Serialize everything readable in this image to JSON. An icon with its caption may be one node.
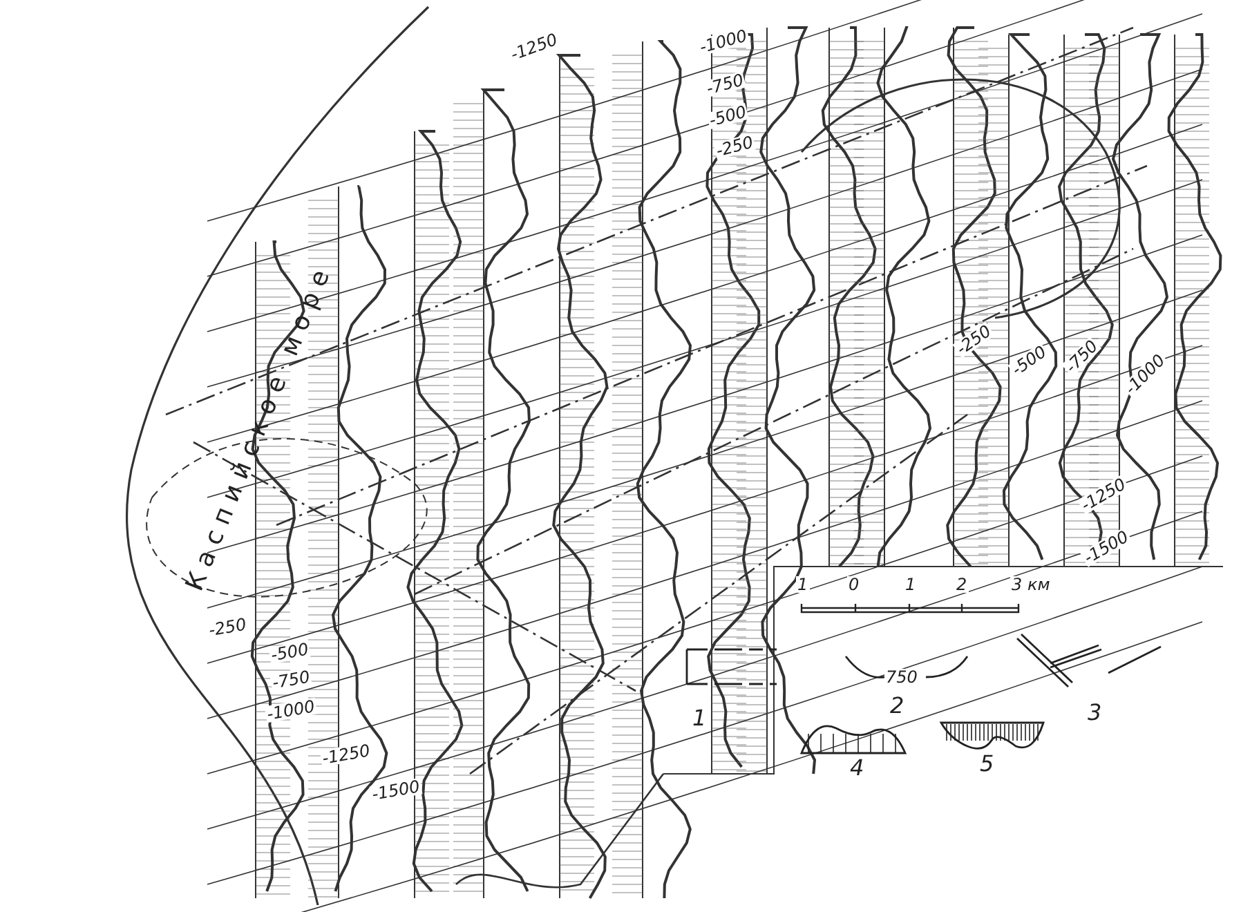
{
  "diagram": {
    "labels": [
      "-1250",
      "-1000",
      "-750",
      "-500",
      "-250",
      "Каспийское море",
      "-250",
      "-500",
      "-750",
      "-1000",
      "-1250",
      "-1500",
      "1",
      "0",
      "1",
      "2",
      "3 км",
      "-250",
      "-500",
      "-750",
      "-1000",
      "-1250",
      "-1500",
      "750"
    ],
    "legend": [
      {
        "text": "1"
      },
      {
        "text": "2"
      },
      {
        "text": "3"
      },
      {
        "text": "4"
      },
      {
        "text": "5"
      }
    ]
  }
}
